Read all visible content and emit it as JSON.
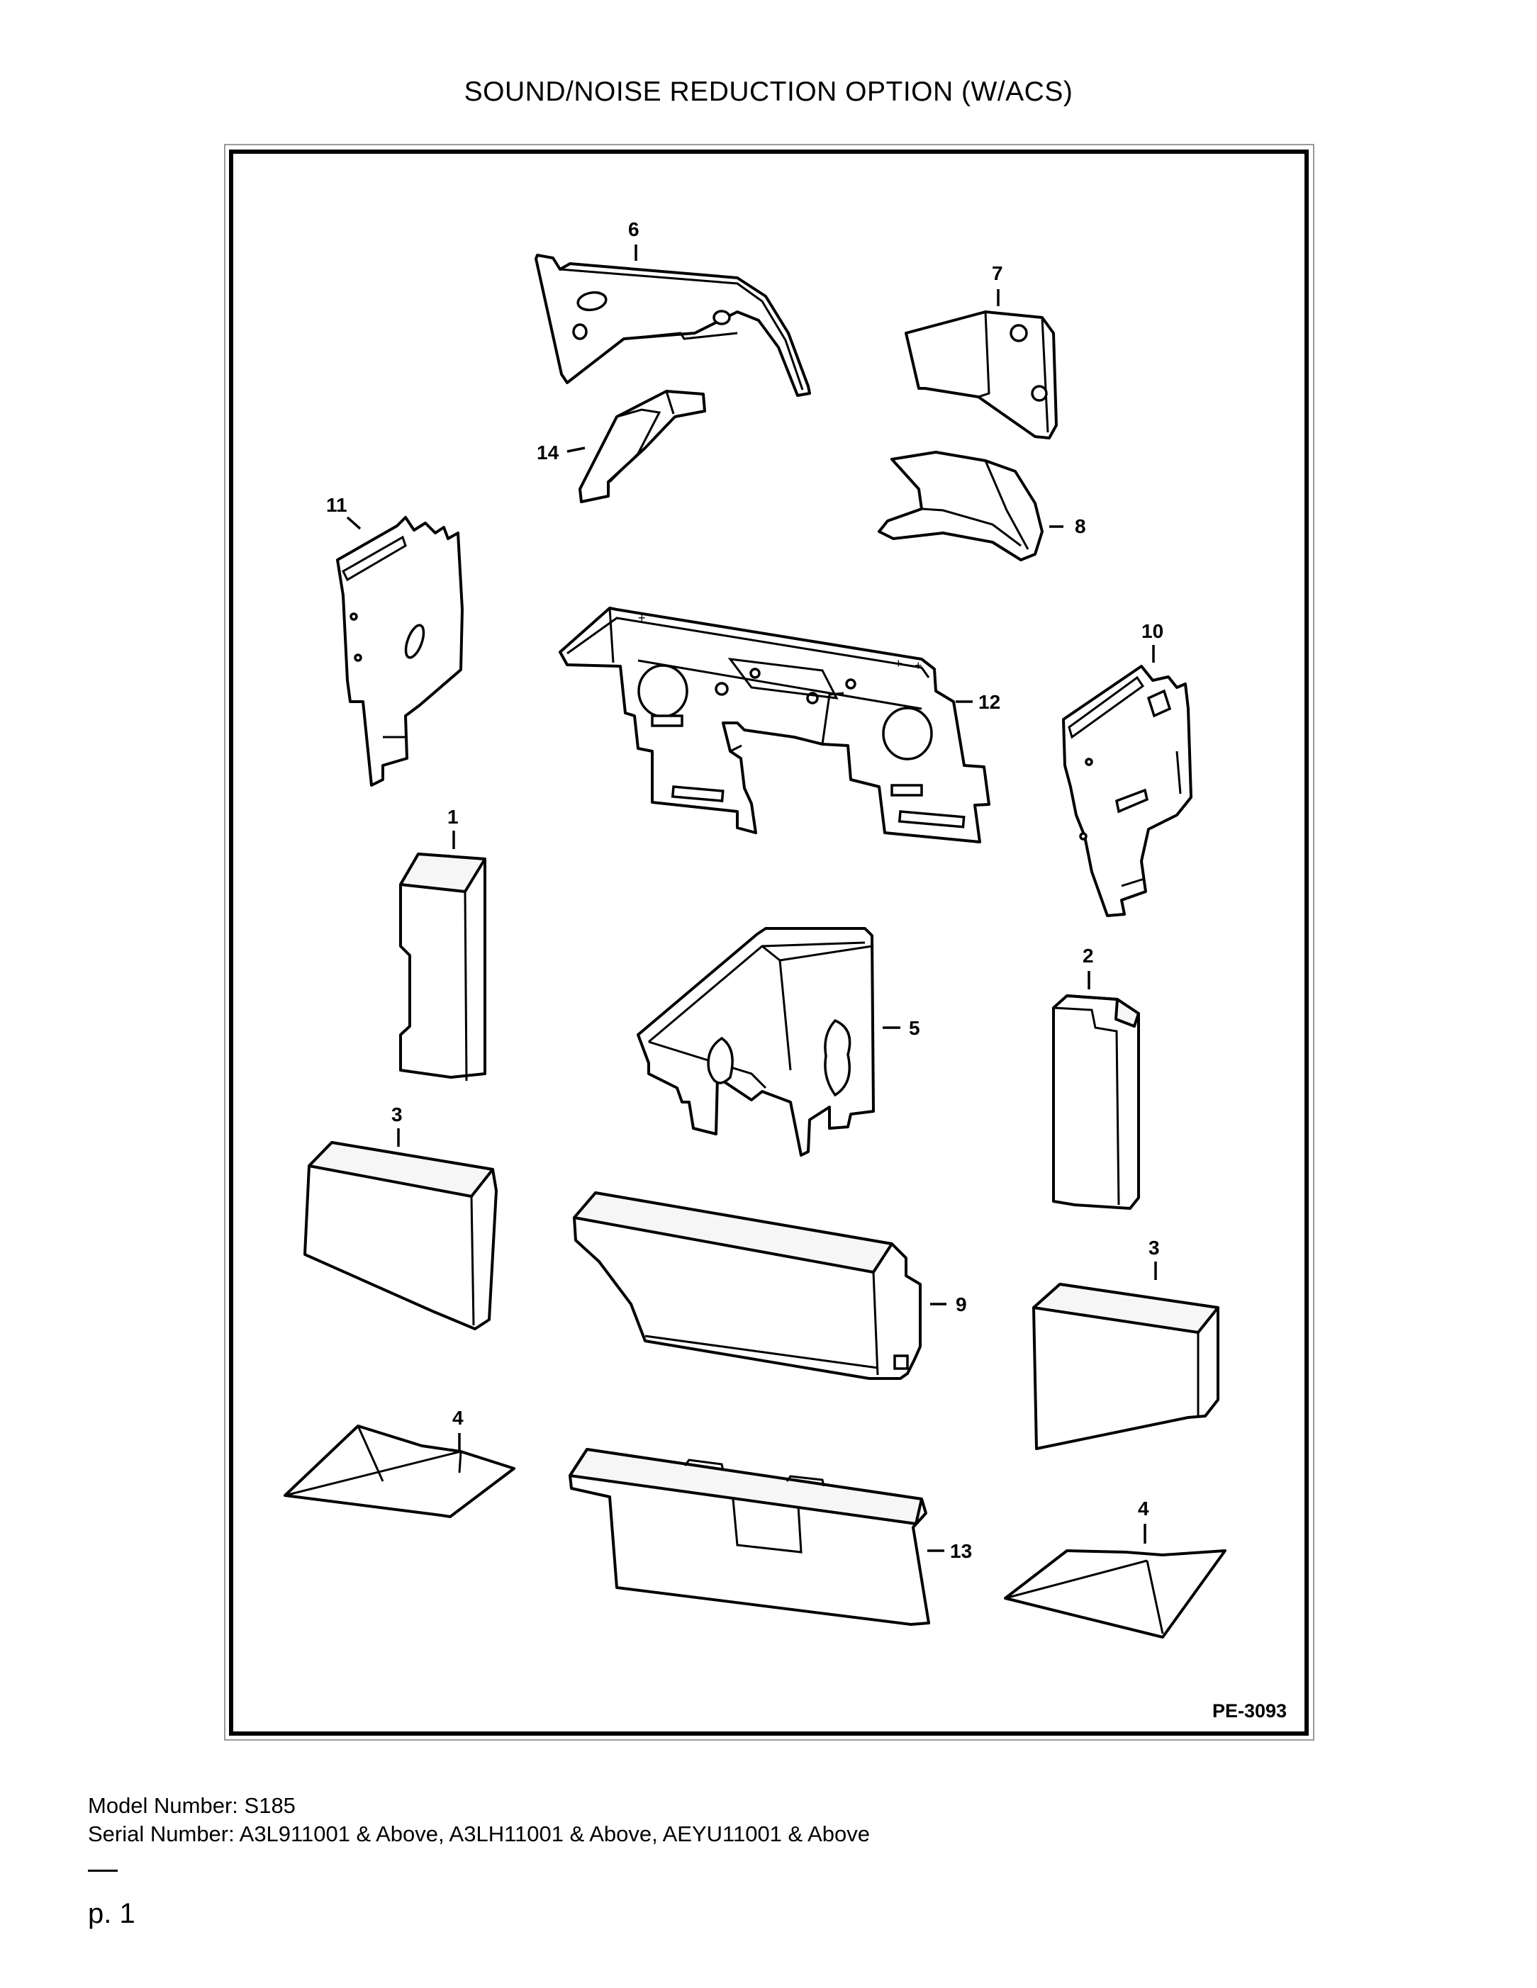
{
  "title": "SOUND/NOISE REDUCTION OPTION (W/ACS)",
  "figure_ref": "PE-3093",
  "callouts": {
    "p1": "1",
    "p2": "2",
    "p3a": "3",
    "p3b": "3",
    "p4a": "4",
    "p4b": "4",
    "p5": "5",
    "p6": "6",
    "p7": "7",
    "p8": "8",
    "p9": "9",
    "p10": "10",
    "p11": "11",
    "p12": "12",
    "p13": "13",
    "p14": "14"
  },
  "footer": {
    "model": "Model Number: S185",
    "serial": "Serial Number: A3L911001 & Above, A3LH11001 & Above, AEYU11001 & Above"
  },
  "page_label": "p. 1"
}
